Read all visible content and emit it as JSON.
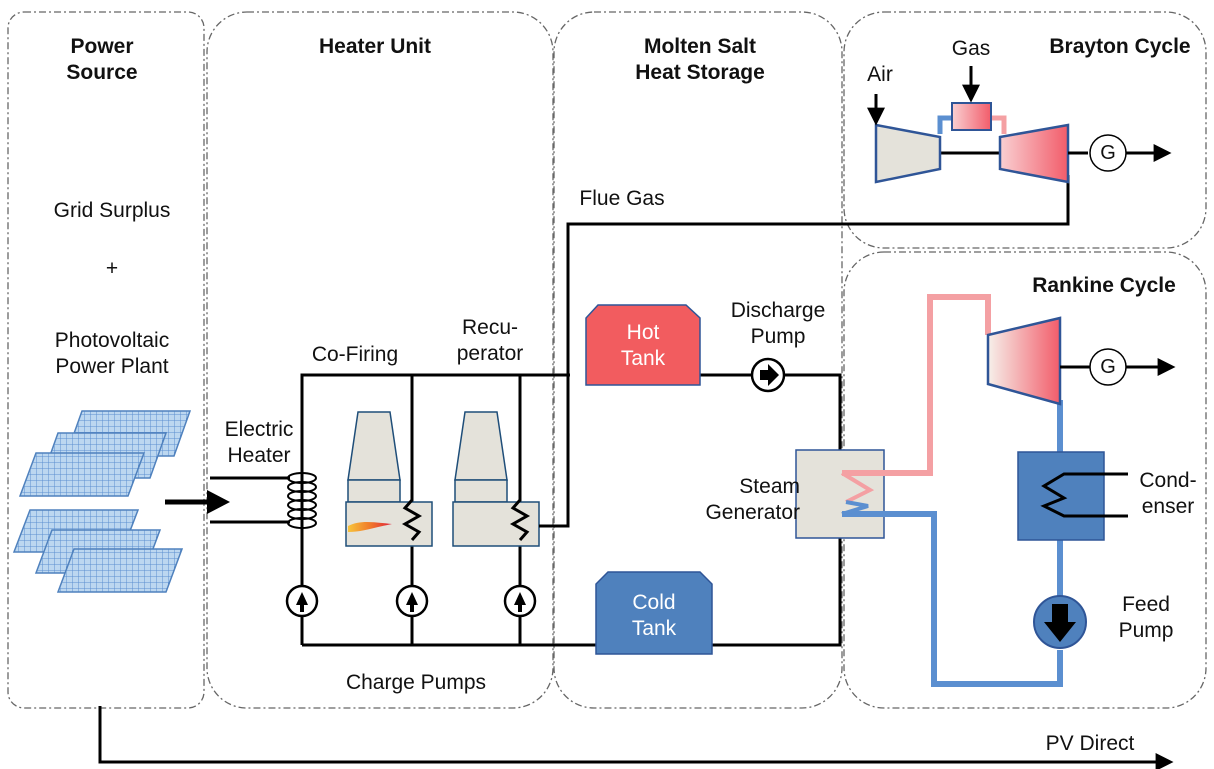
{
  "sections": {
    "power_source": {
      "line1": "Power",
      "line2": "Source"
    },
    "heater_unit": "Heater Unit",
    "storage": {
      "line1": "Molten Salt",
      "line2": "Heat Storage"
    },
    "brayton": "Brayton Cycle",
    "rankine": "Rankine Cycle"
  },
  "power": {
    "grid": "Grid Surplus",
    "plus": "+",
    "pv_line1": "Photovoltaic",
    "pv_line2": "Power Plant"
  },
  "heater": {
    "electric_line1": "Electric",
    "electric_line2": "Heater",
    "cofiring": "Co-Firing",
    "recup_line1": "Recu-",
    "recup_line2": "perator",
    "charge_pumps": "Charge Pumps"
  },
  "storage_labels": {
    "flue_gas": "Flue Gas",
    "hot_line1": "Hot",
    "hot_line2": "Tank",
    "cold_line1": "Cold",
    "cold_line2": "Tank",
    "discharge_line1": "Discharge",
    "discharge_line2": "Pump",
    "steam_line1": "Steam",
    "steam_line2": "Generator"
  },
  "brayton_labels": {
    "air": "Air",
    "gas": "Gas",
    "generator": "G"
  },
  "rankine_labels": {
    "generator": "G",
    "condenser_line1": "Cond-",
    "condenser_line2": "enser",
    "feed_line1": "Feed",
    "feed_line2": "Pump"
  },
  "pv_direct": "PV Direct",
  "colors": {
    "hot": "#f25c5f",
    "cold": "#4f81bd",
    "pink_pipe": "#f4a0a3",
    "blue_pipe": "#5b8fd0",
    "panel": "#9dc3e6",
    "gray_unit": "#e4e2da",
    "line": "#000000"
  }
}
